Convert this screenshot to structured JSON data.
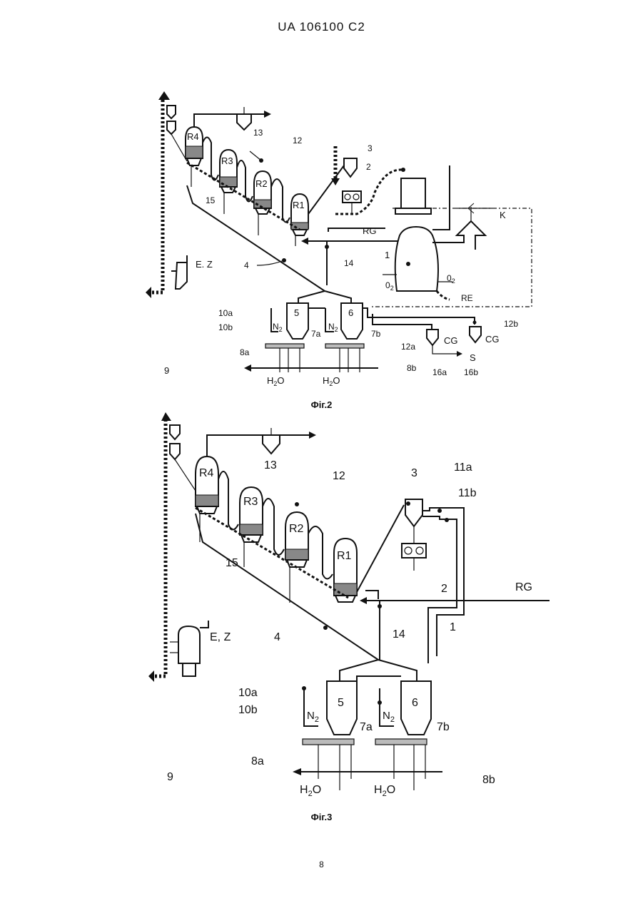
{
  "header": {
    "doc_id": "UA   106100   C2"
  },
  "fig2": {
    "caption": "Фіг.2",
    "labels": {
      "R4": "R4",
      "R3": "R3",
      "R2": "R2",
      "R1": "R1",
      "n13": "13",
      "n12": "12",
      "n3": "3",
      "n2": "2",
      "n15": "15",
      "RG": "RG",
      "K": "K",
      "n1": "1",
      "EZ": "E. Z",
      "n4": "4",
      "n14": "14",
      "O2a": "0",
      "O2b": "0",
      "RE": "RE",
      "n10a": "10a",
      "n10b": "10b",
      "n5": "5",
      "n6": "6",
      "N2a": "N",
      "N2b": "N",
      "n7a": "7a",
      "n7b": "7b",
      "n12a": "12a",
      "n12b": "12b",
      "CG1": "CG",
      "CG2": "CG",
      "n8a": "8a",
      "n8b": "8b",
      "n9": "9",
      "H2Oa": "H",
      "H2Ob": "H",
      "S": "S",
      "n16a": "16a",
      "n16b": "16b"
    }
  },
  "fig3": {
    "caption": "Фіг.3",
    "labels": {
      "R4": "R4",
      "R3": "R3",
      "R2": "R2",
      "R1": "R1",
      "n13": "13",
      "n12": "12",
      "n3": "3",
      "n11a": "11a",
      "n11b": "11b",
      "n2": "2",
      "n15": "15",
      "RG": "RG",
      "EZ": "E, Z",
      "n4": "4",
      "n14": "14",
      "n1": "1",
      "n10a": "10a",
      "n10b": "10b",
      "n5": "5",
      "n6": "6",
      "N2a": "N",
      "N2b": "N",
      "n7a": "7a",
      "n7b": "7b",
      "n8a": "8a",
      "n8b": "8b",
      "n9": "9",
      "H2Oa": "H",
      "H2Ob": "H"
    }
  },
  "subscripts": {
    "two": "2",
    "O": "O"
  },
  "page_number": "8"
}
